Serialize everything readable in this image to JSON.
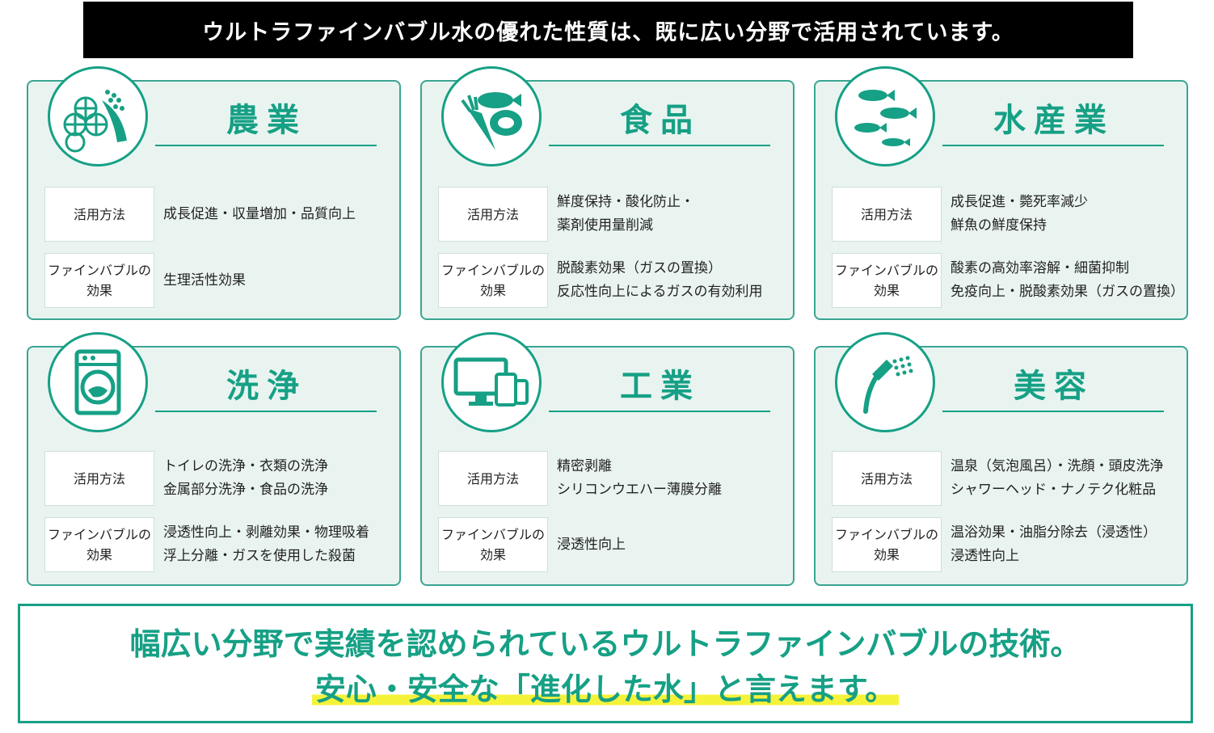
{
  "banner": "ウルトラファインバブル水の優れた性質は、既に広い分野で活用されています。",
  "method_label": "活用方法",
  "effect_label": "ファインバブルの\n効果",
  "cards": [
    {
      "icon": "rice-crop-icon",
      "title": "農業",
      "method": "成長促進・収量増加・品質向上",
      "effect": "生理活性効果"
    },
    {
      "icon": "food-icon",
      "title": "食品",
      "method": "鮮度保持・酸化防止・\n薬剤使用量削減",
      "effect": "脱酸素効果（ガスの置換）\n反応性向上によるガスの有効利用"
    },
    {
      "icon": "fish-icon",
      "title": "水産業",
      "method": "成長促進・斃死率減少\n鮮魚の鮮度保持",
      "effect": "酸素の高効率溶解・細菌抑制\n免疫向上・脱酸素効果（ガスの置換）"
    },
    {
      "icon": "washing-machine-icon",
      "title": "洗浄",
      "method": "トイレの洗浄・衣類の洗浄\n金属部分洗浄・食品の洗浄",
      "effect": "浸透性向上・剥離効果・物理吸着\n浮上分離・ガスを使用した殺菌"
    },
    {
      "icon": "devices-icon",
      "title": "工業",
      "method": "精密剥離\nシリコンウエハー薄膜分離",
      "effect": "浸透性向上"
    },
    {
      "icon": "shower-icon",
      "title": "美容",
      "method": "温泉（気泡風呂）・洗顔・頭皮洗浄\nシャワーヘッド・ナノテク化粧品",
      "effect": "温浴効果・油脂分除去（浸透性）\n浸透性向上"
    }
  ],
  "summary": {
    "line1": "幅広い分野で実績を認められているウルトラファインバブルの技術。",
    "line2": "安心・安全な「進化した水」と言えます。"
  },
  "colors": {
    "accent": "#16a085",
    "card_bg": "#e9f4f1",
    "highlight": "#f5f23a",
    "banner_bg": "#000000"
  }
}
